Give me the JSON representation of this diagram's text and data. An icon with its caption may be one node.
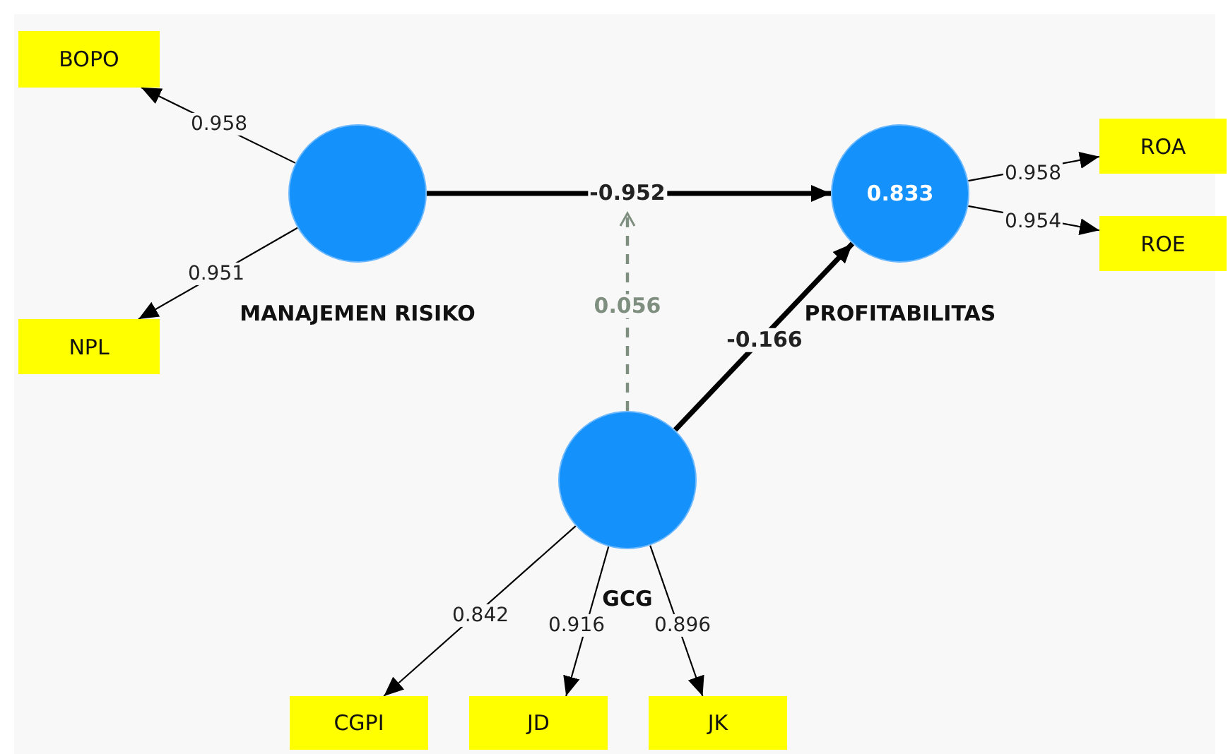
{
  "diagram": {
    "nodes": [
      {
        "text": [
          "MANAJEMEN RISIKO"
        ]
      },
      {
        "text": [
          "0.833",
          "PROFITABILITAS"
        ]
      },
      {
        "text": [
          "GCG"
        ]
      },
      {
        "text": [
          "BOPO"
        ]
      },
      {
        "text": [
          "NPL"
        ]
      },
      {
        "text": [
          "ROA"
        ]
      },
      {
        "text": [
          "ROE"
        ]
      },
      {
        "text": [
          "CGPI"
        ]
      },
      {
        "text": [
          "JD"
        ]
      },
      {
        "text": [
          "JK"
        ]
      }
    ],
    "edges": [
      {
        "from": 0,
        "to": 3,
        "arrow": "to",
        "label": "0.958"
      },
      {
        "from": 0,
        "to": 4,
        "arrow": "to",
        "label": "0.951"
      },
      {
        "from": 0,
        "to": 1,
        "arrow": "to",
        "label": "-0.952",
        "style": "thick"
      },
      {
        "from": 2,
        "to": null,
        "arrow": "to",
        "label": "0.056",
        "style": "dashed",
        "color": "#7f8f7f"
      },
      {
        "from": 2,
        "to": 1,
        "arrow": "to",
        "label": "-0.166",
        "style": "thick"
      },
      {
        "from": 1,
        "to": 5,
        "arrow": "to",
        "label": "0.958"
      },
      {
        "from": 1,
        "to": 6,
        "arrow": "to",
        "label": "0.954"
      },
      {
        "from": 2,
        "to": 7,
        "arrow": "to",
        "label": "0.842"
      },
      {
        "from": 2,
        "to": 8,
        "arrow": "to",
        "label": "0.916"
      },
      {
        "from": 2,
        "to": 9,
        "arrow": "to",
        "label": "0.896"
      }
    ]
  }
}
